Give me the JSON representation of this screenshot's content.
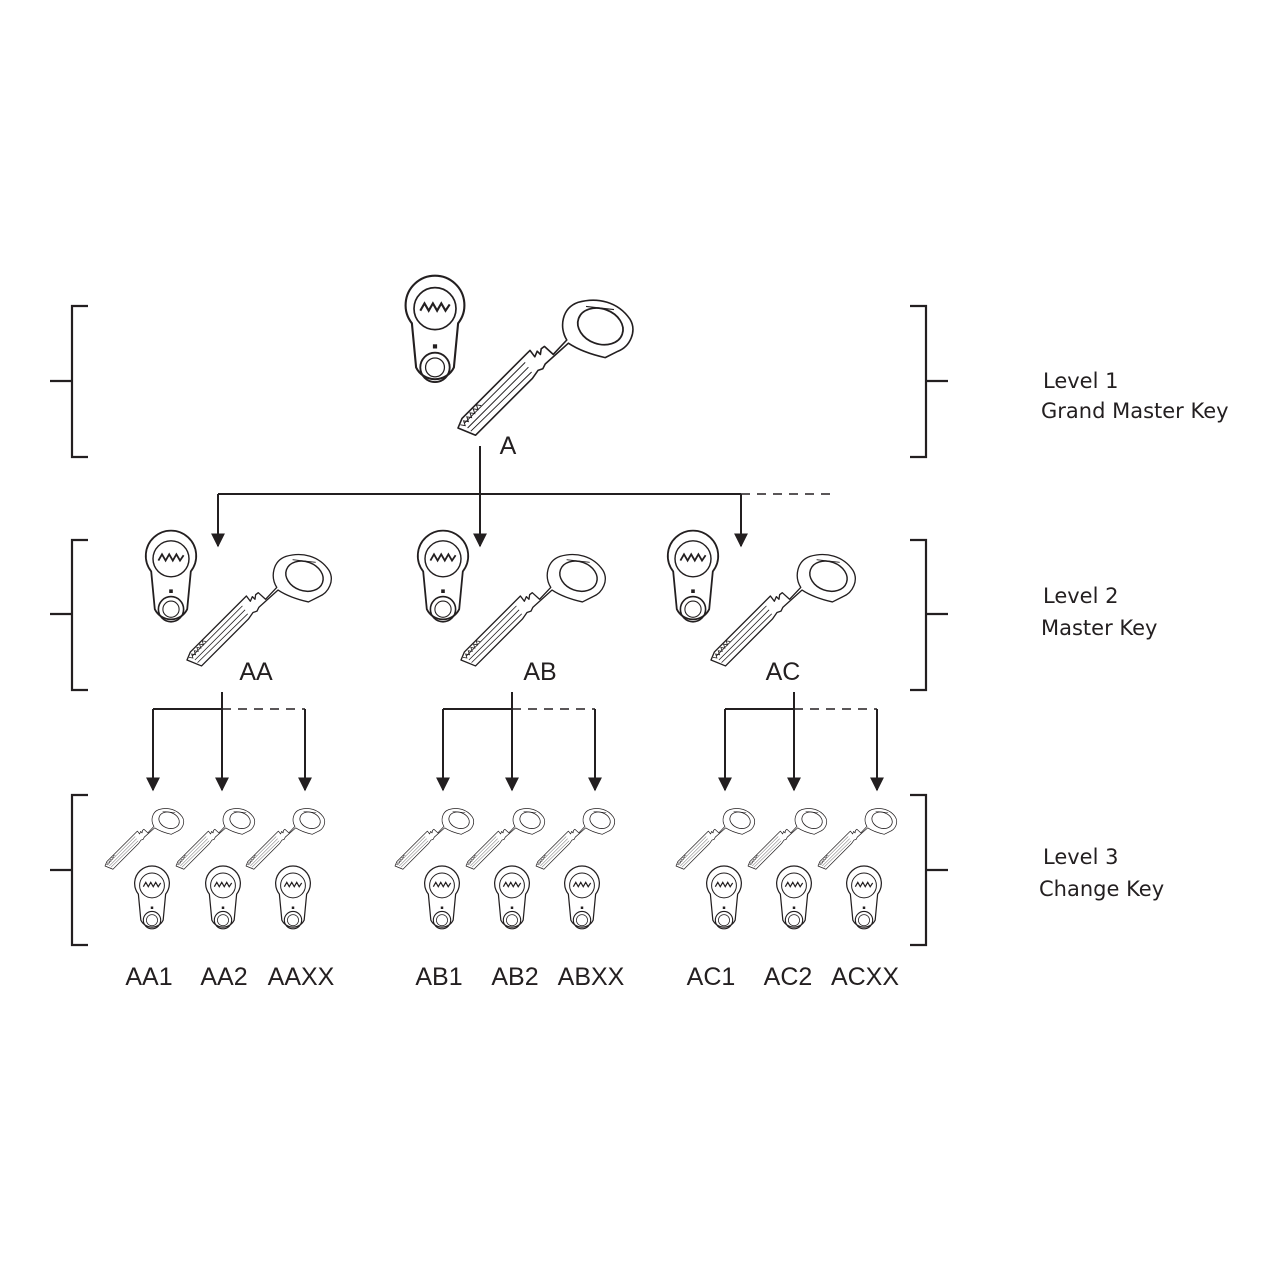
{
  "levels": [
    {
      "level": "Level 1",
      "name": "Grand Master Key"
    },
    {
      "level": "Level 2",
      "name": "Master Key"
    },
    {
      "level": "Level 3",
      "name": "Change Key"
    }
  ],
  "grand_master": {
    "label": "A"
  },
  "master_keys": [
    {
      "label": "AA",
      "change_keys": [
        "AA1",
        "AA2",
        "AAXX"
      ]
    },
    {
      "label": "AB",
      "change_keys": [
        "AB1",
        "AB2",
        "ABXX"
      ]
    },
    {
      "label": "AC",
      "change_keys": [
        "AC1",
        "AC2",
        "ACXX"
      ]
    }
  ],
  "colors": {
    "line": "#231f20",
    "background": "#ffffff"
  }
}
